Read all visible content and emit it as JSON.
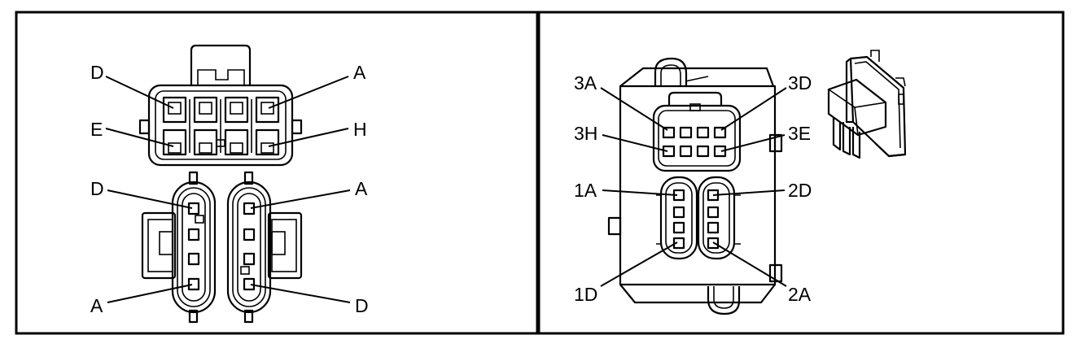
{
  "left_panel": {
    "top_connector": {
      "label_d": "D",
      "label_a": "A",
      "label_e": "E",
      "label_h": "H"
    },
    "left_round_connector": {
      "label_d": "D",
      "label_a": "A"
    },
    "right_round_connector": {
      "label_a": "A",
      "label_d": "D"
    }
  },
  "right_panel": {
    "module": {
      "label_3a": "3A",
      "label_3d": "3D",
      "label_3h": "3H",
      "label_3e": "3E",
      "label_1a": "1A",
      "label_2d": "2D",
      "label_1d": "1D",
      "label_2a": "2A"
    }
  }
}
